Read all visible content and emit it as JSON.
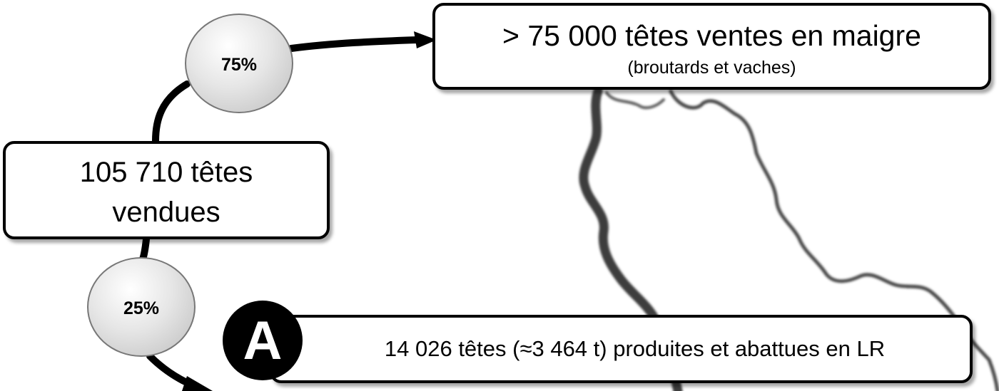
{
  "flow": {
    "top_box": {
      "main": "> 75 000 têtes ventes en maigre",
      "sub": "(broutards et vaches)"
    },
    "left_box": {
      "line1": "105 710 têtes",
      "line2": "vendues"
    },
    "bottom_box": {
      "badge": "A",
      "text": "14 026 têtes (≈3 464 t) produites et abattues en LR"
    },
    "percent_top": "75%",
    "percent_bottom": "25%"
  },
  "colors": {
    "stroke": "#000000",
    "box_fill": "#ffffff",
    "circle_fill": "#d6d6d6",
    "map_outline": "#4a4a4a"
  }
}
